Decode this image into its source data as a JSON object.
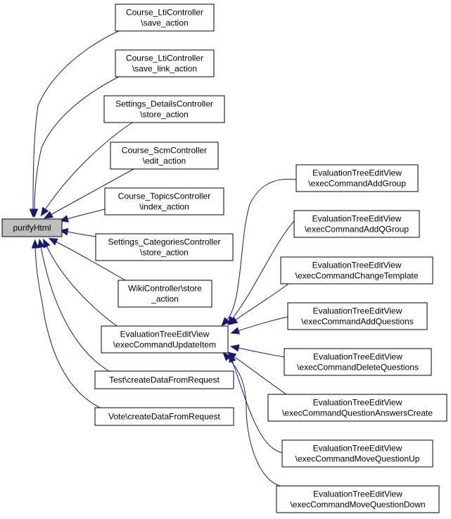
{
  "graph": {
    "root": {
      "id": "purify",
      "lines": [
        "purifyHtml"
      ],
      "fill": "#bfbfbf"
    },
    "node_fill": "#ffffff",
    "edge_color": "#191970",
    "nodes": [
      {
        "id": "lti_save",
        "lines": [
          "Course_LtiController",
          "\\save_action"
        ]
      },
      {
        "id": "lti_save_link",
        "lines": [
          "Course_LtiController",
          "\\save_link_action"
        ]
      },
      {
        "id": "settings_details",
        "lines": [
          "Settings_DetailsController",
          "\\store_action"
        ]
      },
      {
        "id": "scm_edit",
        "lines": [
          "Course_ScmController",
          "\\edit_action"
        ]
      },
      {
        "id": "topics_index",
        "lines": [
          "Course_TopicsController",
          "\\index_action"
        ]
      },
      {
        "id": "settings_categories",
        "lines": [
          "Settings_CategoriesController",
          "\\store_action"
        ]
      },
      {
        "id": "wiki_store",
        "lines": [
          "WikiController\\store",
          "_action"
        ]
      },
      {
        "id": "etev_update",
        "lines": [
          "EvaluationTreeEditView",
          "\\execCommandUpdateItem"
        ]
      },
      {
        "id": "test_create",
        "lines": [
          "Test\\createDataFromRequest"
        ]
      },
      {
        "id": "vote_create",
        "lines": [
          "Vote\\createDataFromRequest"
        ]
      },
      {
        "id": "add_group",
        "lines": [
          "EvaluationTreeEditView",
          "\\execCommandAddGroup"
        ]
      },
      {
        "id": "add_qgroup",
        "lines": [
          "EvaluationTreeEditView",
          "\\execCommandAddQGroup"
        ]
      },
      {
        "id": "change_template",
        "lines": [
          "EvaluationTreeEditView",
          "\\execCommandChangeTemplate"
        ]
      },
      {
        "id": "add_questions",
        "lines": [
          "EvaluationTreeEditView",
          "\\execCommandAddQuestions"
        ]
      },
      {
        "id": "delete_questions",
        "lines": [
          "EvaluationTreeEditView",
          "\\execCommandDeleteQuestions"
        ]
      },
      {
        "id": "qa_create",
        "lines": [
          "EvaluationTreeEditView",
          "\\execCommandQuestionAnswersCreate"
        ]
      },
      {
        "id": "move_up",
        "lines": [
          "EvaluationTreeEditView",
          "\\execCommandMoveQuestionUp"
        ]
      },
      {
        "id": "move_down",
        "lines": [
          "EvaluationTreeEditView",
          "\\execCommandMoveQuestionDown"
        ]
      }
    ],
    "edges": [
      {
        "from": "lti_save",
        "to": "purify"
      },
      {
        "from": "lti_save_link",
        "to": "purify"
      },
      {
        "from": "settings_details",
        "to": "purify"
      },
      {
        "from": "scm_edit",
        "to": "purify"
      },
      {
        "from": "topics_index",
        "to": "purify"
      },
      {
        "from": "settings_categories",
        "to": "purify"
      },
      {
        "from": "wiki_store",
        "to": "purify"
      },
      {
        "from": "etev_update",
        "to": "purify"
      },
      {
        "from": "test_create",
        "to": "purify"
      },
      {
        "from": "vote_create",
        "to": "purify"
      },
      {
        "from": "add_group",
        "to": "etev_update"
      },
      {
        "from": "add_qgroup",
        "to": "etev_update"
      },
      {
        "from": "change_template",
        "to": "etev_update"
      },
      {
        "from": "add_questions",
        "to": "etev_update"
      },
      {
        "from": "delete_questions",
        "to": "etev_update"
      },
      {
        "from": "qa_create",
        "to": "etev_update"
      },
      {
        "from": "move_up",
        "to": "etev_update"
      },
      {
        "from": "move_down",
        "to": "etev_update"
      }
    ]
  }
}
